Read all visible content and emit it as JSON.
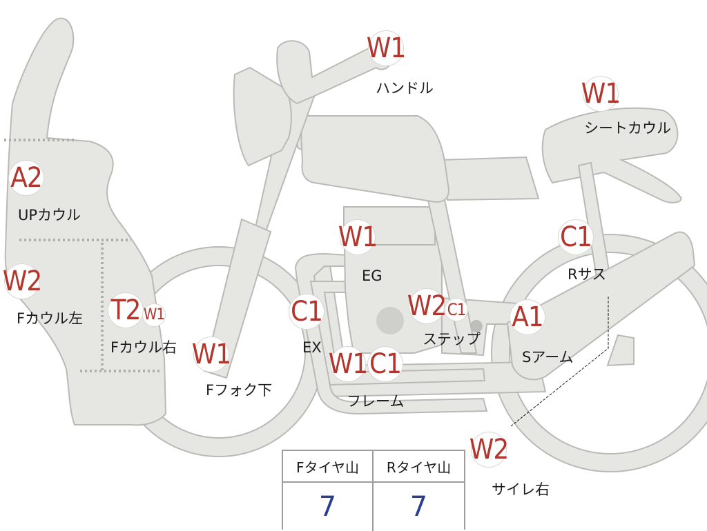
{
  "parts": [
    {
      "id": "handle",
      "grade": "W1",
      "label": "ハンドル"
    },
    {
      "id": "seat-cowl",
      "grade": "W1",
      "label": "シートカウル"
    },
    {
      "id": "up-cowl",
      "grade": "A2",
      "label": "UPカウル"
    },
    {
      "id": "f-cowl-left",
      "grade": "W2",
      "label": "Fカウル左"
    },
    {
      "id": "f-cowl-right",
      "grade": "T2",
      "grade2": "W1",
      "label": "Fカウル右"
    },
    {
      "id": "f-fork",
      "grade": "W1",
      "label": "Fフォク下"
    },
    {
      "id": "ex",
      "grade": "C1",
      "label": "EX"
    },
    {
      "id": "eg",
      "grade": "W1",
      "label": "EG"
    },
    {
      "id": "step",
      "grade": "W2",
      "grade2": "C1",
      "label": "ステップ"
    },
    {
      "id": "frame",
      "grade": "W1",
      "grade2": "C1",
      "label": "フレーム"
    },
    {
      "id": "r-sus",
      "grade": "C1",
      "label": "Rサス"
    },
    {
      "id": "s-arm",
      "grade": "A1",
      "label": "Sアーム"
    },
    {
      "id": "side-right",
      "grade": "W2",
      "label": "サイレ右"
    }
  ],
  "tire_table": {
    "headers": [
      "Fタイヤ山",
      "Rタイヤ山"
    ],
    "values": [
      "7",
      "7"
    ]
  },
  "colors": {
    "grade_text": "#b2362e",
    "body_fill": "#e6e6e3",
    "body_stroke": "#b9b9b6",
    "tire_value": "#2a3d8f"
  }
}
